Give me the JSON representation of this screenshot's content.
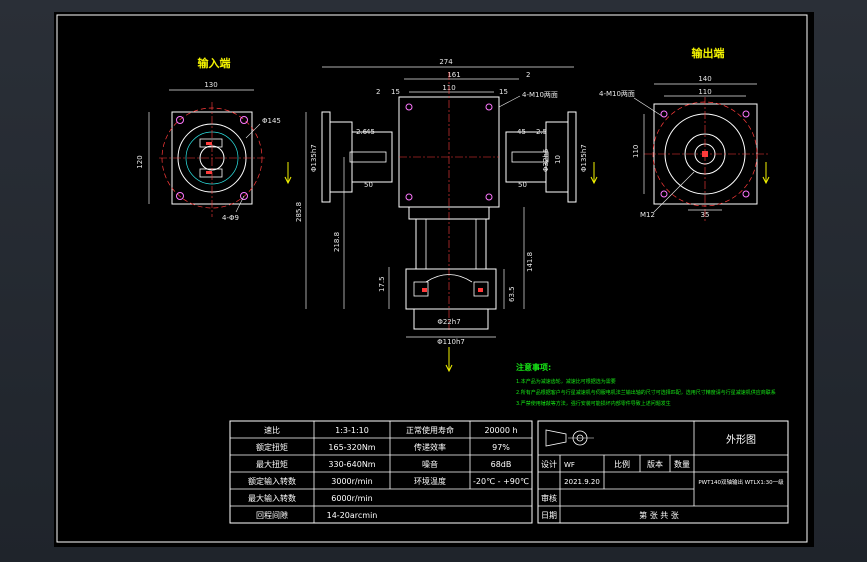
{
  "views": {
    "input_title": "输入端",
    "output_title": "输出端"
  },
  "dims": {
    "left": {
      "w": "130",
      "h": "120",
      "dia": "Φ145",
      "holes": "4-Φ9"
    },
    "front": {
      "overall": "274",
      "mid": "161",
      "d2": "2",
      "d110": "110",
      "d15a": "15",
      "d2b": "2",
      "d15b": "15",
      "holes": "4-M10两面",
      "l26": "2.6",
      "l45": "45",
      "l50": "50",
      "r45": "45",
      "r25": "2.5",
      "r50": "50",
      "dia_l": "Φ135h7",
      "dia_r": "Φ135h7",
      "d10": "10",
      "d32": "Φ32h6",
      "h2858": "285.8",
      "h2188": "218.8",
      "h175": "17.5",
      "h1418": "141.8",
      "h63": "63.5",
      "d22": "Φ22h7",
      "d110b": "Φ110h7"
    },
    "right": {
      "w": "140",
      "w2": "110",
      "holes": "4-M10两面",
      "h": "110",
      "m12": "M12",
      "d35": "35"
    }
  },
  "notes": {
    "title": "注意事项:",
    "items": [
      "1.本产品为减速齿轮，减速比可根据选为需要",
      "2.所有产品根据客户与行星减速机与伺服电机法兰输出轴的尺寸可选择匹配，选用尺寸精度请与行星减速机供应商联系",
      "3.严禁使用锤敲等方法，强行安装可能损坏内部零件导致上述问题发生"
    ]
  },
  "spec_table": {
    "rows": [
      [
        "速比",
        "1:3-1:10",
        "正常使用寿命",
        "20000 h"
      ],
      [
        "额定扭矩",
        "165-320Nm",
        "传递效率",
        "97%"
      ],
      [
        "最大扭矩",
        "330-640Nm",
        "噪音",
        "68dB"
      ],
      [
        "额定输入转数",
        "3000r/min",
        "环境温度",
        "-20℃ - +90℃"
      ],
      [
        "最大输入转数",
        "6000r/min",
        "",
        ""
      ],
      [
        "回程间隙",
        "14-20arcmin",
        "",
        ""
      ]
    ]
  },
  "title_block": {
    "drawing_title": "外形图",
    "design_label": "设计",
    "designer": "WF",
    "date": "2021.9.20",
    "scale_label": "比例",
    "version_label": "版本",
    "qty_label": "数量",
    "part_name": "PWT140双轴输出 WTLX1:30一级",
    "review_label": "审核",
    "date_label": "日期",
    "sheet_text": "第  张  共  张"
  },
  "colors": {
    "line": "#ffffff",
    "center": "#ff3b3b",
    "dim": "#e8e8e8",
    "yellow": "#f2f200",
    "green": "#16e816",
    "cyan": "#2ee6e6",
    "hidden": "#cc44ff"
  }
}
